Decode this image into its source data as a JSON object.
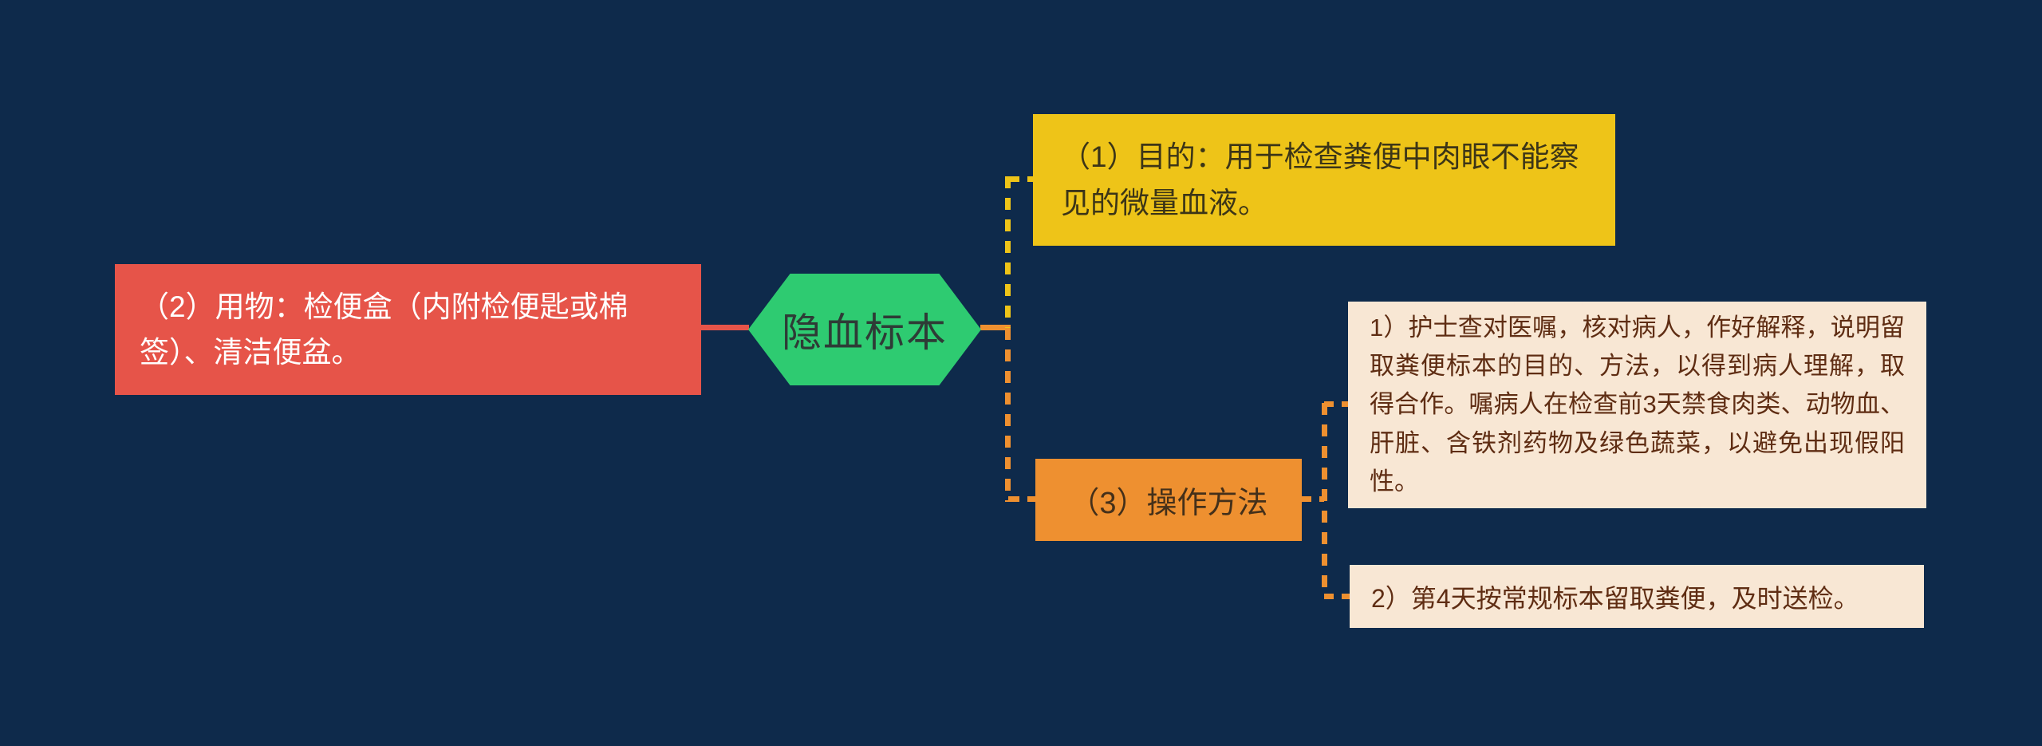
{
  "canvas": {
    "background": "#0e2a4b"
  },
  "root": {
    "label": "隐血标本",
    "fill": "#2ecb71",
    "text_color": "#2e3b36",
    "shape": "hexagon"
  },
  "branches": {
    "purpose": {
      "label": "（1）目的：用于检查粪便中肉眼不能察见的微量血液。",
      "fill": "#eec418",
      "text_color": "#3c3517",
      "connector_color": "#eec418"
    },
    "supplies": {
      "label": "（2）用物：检便盒（内附检便匙或棉签）、清洁便盆。",
      "fill": "#e65449",
      "text_color": "#ffffff",
      "connector_color": "#e65449"
    },
    "method": {
      "label": "（3）操作方法",
      "fill": "#ee9030",
      "text_color": "#44301a",
      "connector_color": "#ee9030",
      "children": [
        {
          "label": "1）护士查对医嘱，核对病人，作好解释，说明留取粪便标本的目的、方法，以得到病人理解，取得合作。嘱病人在检查前3天禁食肉类、动物血、肝脏、含铁剂药物及绿色蔬菜，以避免出现假阳性。",
          "fill": "#f8e7d4",
          "text_color": "#5f2d13"
        },
        {
          "label": "2）第4天按常规标本留取粪便，及时送检。",
          "fill": "#f8e7d4",
          "text_color": "#5f2d13"
        }
      ]
    }
  }
}
